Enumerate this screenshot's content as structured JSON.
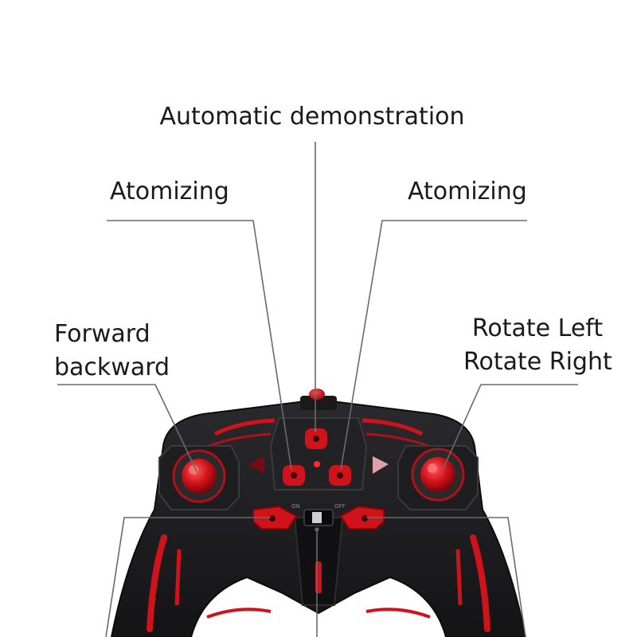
{
  "labels": {
    "automatic_demonstration": "Automatic demonstration",
    "atomizing_left": "Atomizing",
    "atomizing_right": "Atomizing",
    "forward_line1": "Forward",
    "forward_line2": "backward",
    "rotate_line1": "Rotate Left",
    "rotate_line2": "Rotate Right"
  },
  "switch": {
    "on_label": "ON",
    "off_label": "OFF"
  },
  "colors": {
    "controller_body": "#1c1c1e",
    "accent_red": "#d0121b",
    "leader_line": "#6a6a6a"
  }
}
